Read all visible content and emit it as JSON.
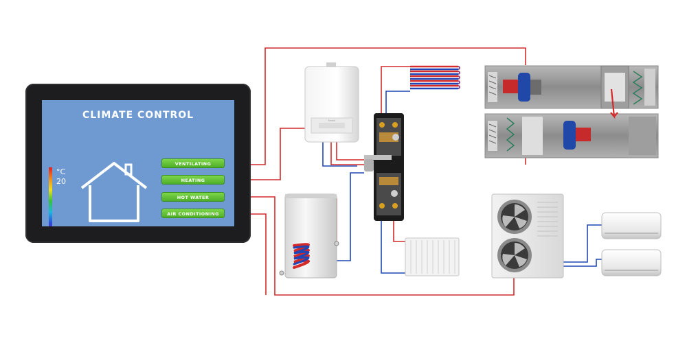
{
  "colors": {
    "hot_pipe": "#d42a2a",
    "cold_pipe": "#1f46b4",
    "screen_background": "#6f9ad1",
    "button_green": "#5cbe30",
    "tablet_frame": "#1d1d1f"
  },
  "tablet": {
    "title": "CLIMATE CONTROL",
    "temperature_unit": "°C",
    "temperature_value": "20",
    "buttons": [
      {
        "label": "VENTILATING"
      },
      {
        "label": "HEATING"
      },
      {
        "label": "HOT WATER"
      },
      {
        "label": "AIR CONDITIONING"
      }
    ]
  },
  "boiler": {
    "brand_label": "Ferroli"
  },
  "components": [
    {
      "name": "wall-boiler",
      "icon": "boiler-icon"
    },
    {
      "name": "water-tank",
      "icon": "tank-icon"
    },
    {
      "name": "heating-distributor",
      "icon": "manifold-icon"
    },
    {
      "name": "floor-heating-coil",
      "icon": "coil-icon"
    },
    {
      "name": "radiator",
      "icon": "radiator-icon"
    },
    {
      "name": "air-handling-unit",
      "icon": "ventilation-unit-icon"
    },
    {
      "name": "outdoor-ac-unit",
      "icon": "ac-outdoor-icon"
    },
    {
      "name": "indoor-ac-units",
      "icon": "split-indoor-icon"
    }
  ]
}
